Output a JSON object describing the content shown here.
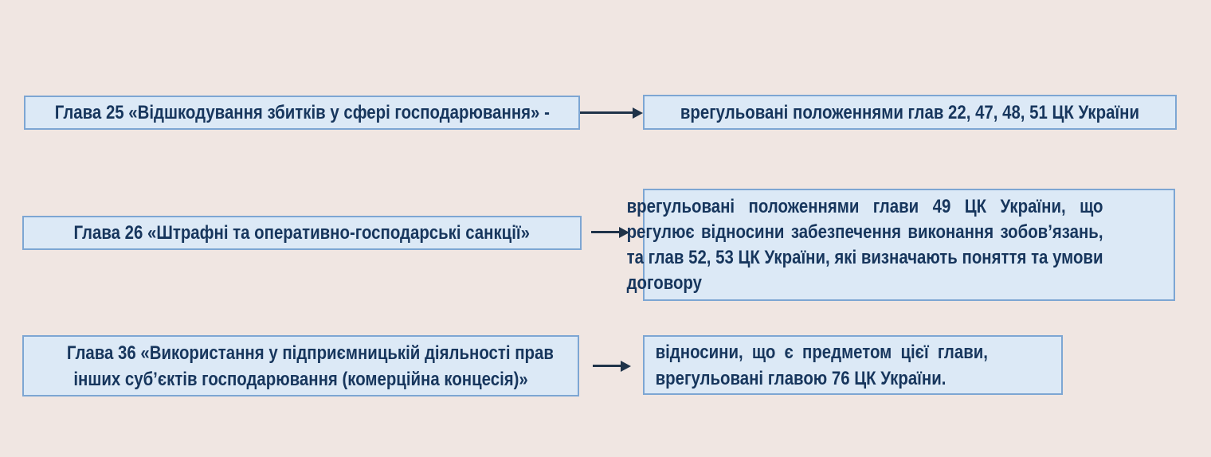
{
  "slide": {
    "background_color": "#f0e6e2",
    "box_fill_color": "#dce9f6",
    "box_border_color": "#7da6d3",
    "text_color": "#17365d",
    "arrow_color": "#1f3349"
  },
  "rows": [
    {
      "left": "Глава 25 «Відшкодування збитків у сфері господарювання» -",
      "right_lines": [
        "врегульовані положеннями глав 22, 47, 48, 51 ЦК України"
      ]
    },
    {
      "left": "Глава 26 «Штрафні та оперативно-господарські санкції»",
      "right_lines": [
        "врегульовані положеннями глави 49 ЦК України, що",
        "регулює відносини забезпечення виконання зобов’язань,",
        "та глав 52, 53 ЦК України, які визначають поняття та умови",
        "договору"
      ]
    },
    {
      "left_lines": [
        "Глава 36 «Використання у підприємницькій діяльності прав",
        "інших суб’єктів господарювання (комерційна концесія)»"
      ],
      "right_lines": [
        "відносини, що є предметом цієї глави,",
        "врегульовані главою 76 ЦК України."
      ]
    }
  ]
}
